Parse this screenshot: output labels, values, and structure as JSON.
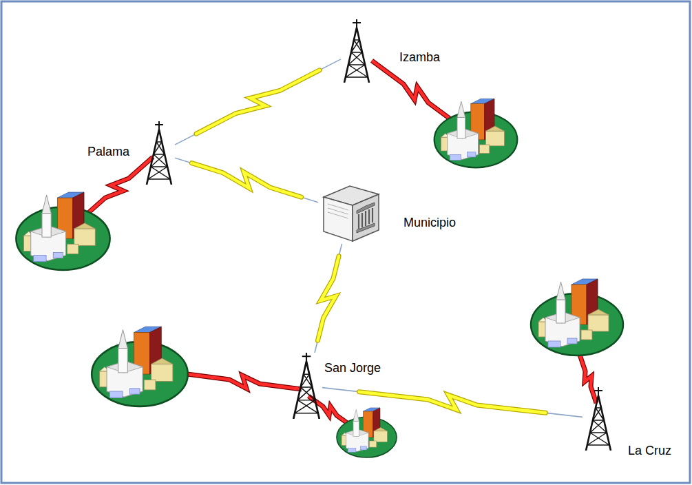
{
  "diagram": {
    "nodes": [
      {
        "text": [
          "Izamba"
        ]
      },
      {
        "text": [
          "Palama"
        ]
      },
      {
        "text": [
          "Municipio"
        ]
      },
      {
        "text": [
          "San Jorge"
        ]
      },
      {
        "text": [
          "La Cruz"
        ]
      }
    ],
    "edges": [
      {
        "from": 1,
        "to": 0,
        "arrow": "none"
      },
      {
        "from": 1,
        "to": 2,
        "arrow": "none"
      },
      {
        "from": 2,
        "to": 3,
        "arrow": "none"
      },
      {
        "from": 3,
        "to": 4,
        "arrow": "none"
      }
    ]
  }
}
